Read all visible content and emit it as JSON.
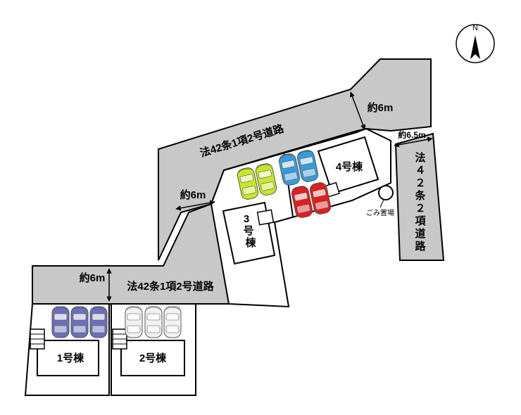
{
  "compass": {
    "label": "N"
  },
  "roads": {
    "upper": {
      "label": "法42条1項2号道路",
      "width": "約6m"
    },
    "lower": {
      "label": "法42条1項2号道路",
      "width": "約6m"
    },
    "left_width": "約6m",
    "right": {
      "label_chars": [
        "法",
        "４",
        "２",
        "条",
        "２",
        "項",
        "道",
        "路"
      ],
      "width": "約6.5m"
    }
  },
  "buildings": {
    "b1": "1号棟",
    "b2": "2号棟",
    "b3_chars": [
      "3",
      "号",
      "棟"
    ],
    "b4": "4号棟"
  },
  "trash": {
    "label": "ごみ置場"
  },
  "colors": {
    "road": "#c8c8c8",
    "car_navy": "#6b6fb8",
    "car_white": "#f2f2f2",
    "car_lime": "#c8e62a",
    "car_blue": "#3a9ad8",
    "car_red": "#e01e1e"
  }
}
